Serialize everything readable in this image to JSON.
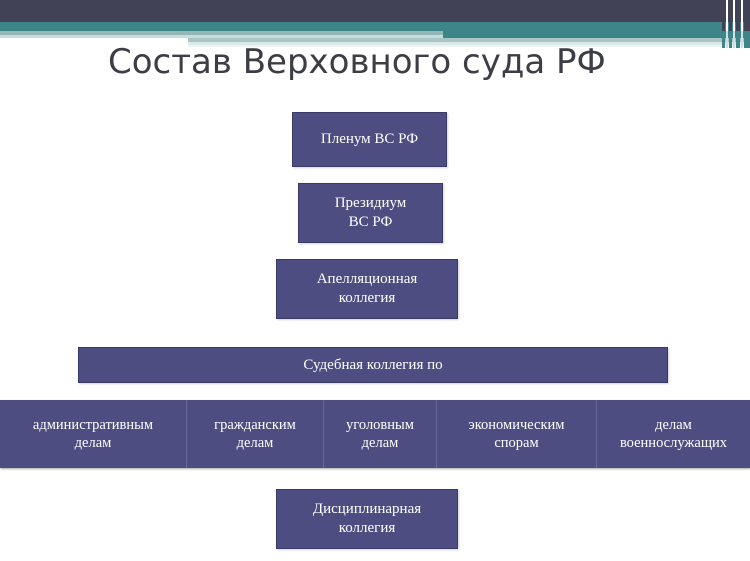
{
  "page": {
    "title": "Состав Верховного суда РФ",
    "background": "#ffffff"
  },
  "theme": {
    "header_dark": "#414255",
    "header_teal": "#3d8588",
    "header_teal_light": "#93b7b7",
    "node_fill": "#4d4d81",
    "node_border": "#3a3a66",
    "node_text": "#ffffff",
    "title_text": "#3d3d46",
    "cell_divider": "#6a6a9b"
  },
  "diagram": {
    "nodes": [
      {
        "id": "plenum",
        "label": "Пленум ВС РФ"
      },
      {
        "id": "presidium",
        "label": "Президиум\nВС РФ"
      },
      {
        "id": "appeal",
        "label": "Апелляционная\nколлегия"
      },
      {
        "id": "judicial",
        "label": "Судебная коллегия по"
      },
      {
        "id": "disciplinary",
        "label": "Дисциплинарная\nколлегия"
      }
    ],
    "collegium_cells": [
      {
        "id": "administrative",
        "label": "административным\nделам"
      },
      {
        "id": "civil",
        "label": "гражданским\nделам"
      },
      {
        "id": "criminal",
        "label": "уголовным\nделам"
      },
      {
        "id": "economic",
        "label": "экономическим\nспорам"
      },
      {
        "id": "military",
        "label": "делам\nвоеннослужащих"
      }
    ]
  }
}
